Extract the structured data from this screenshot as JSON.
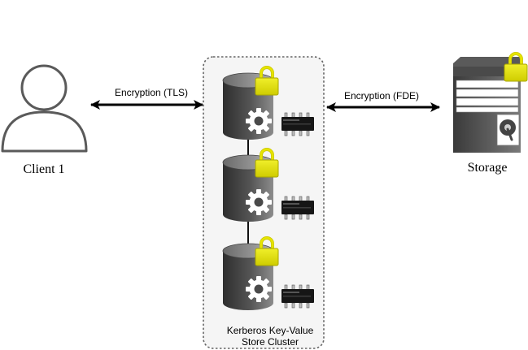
{
  "diagram": {
    "client": {
      "label": "Client 1",
      "icon": "user-icon"
    },
    "storage": {
      "label": "Storage",
      "icon": "storage-server-icon"
    },
    "links": [
      {
        "label": "Encryption (TLS)",
        "from": "client",
        "to": "cluster",
        "direction": "bidirectional"
      },
      {
        "label": "Encryption (FDE)",
        "from": "cluster",
        "to": "storage",
        "direction": "bidirectional"
      }
    ],
    "cluster": {
      "label_line1": "Kerberos Key-Value",
      "label_line2": "Store Cluster",
      "node_count": 3,
      "node_icons": [
        "database-icon",
        "gear-icon",
        "lock-icon",
        "memory-chip-icon"
      ]
    },
    "colors": {
      "lock": "#e3e100",
      "lock_outline": "#b8b400",
      "db_dark": "#3a3a3a",
      "db_light": "#8a8a8a",
      "cluster_fill": "#f5f5f5",
      "cluster_border": "#666666",
      "arrow": "#000000"
    }
  }
}
